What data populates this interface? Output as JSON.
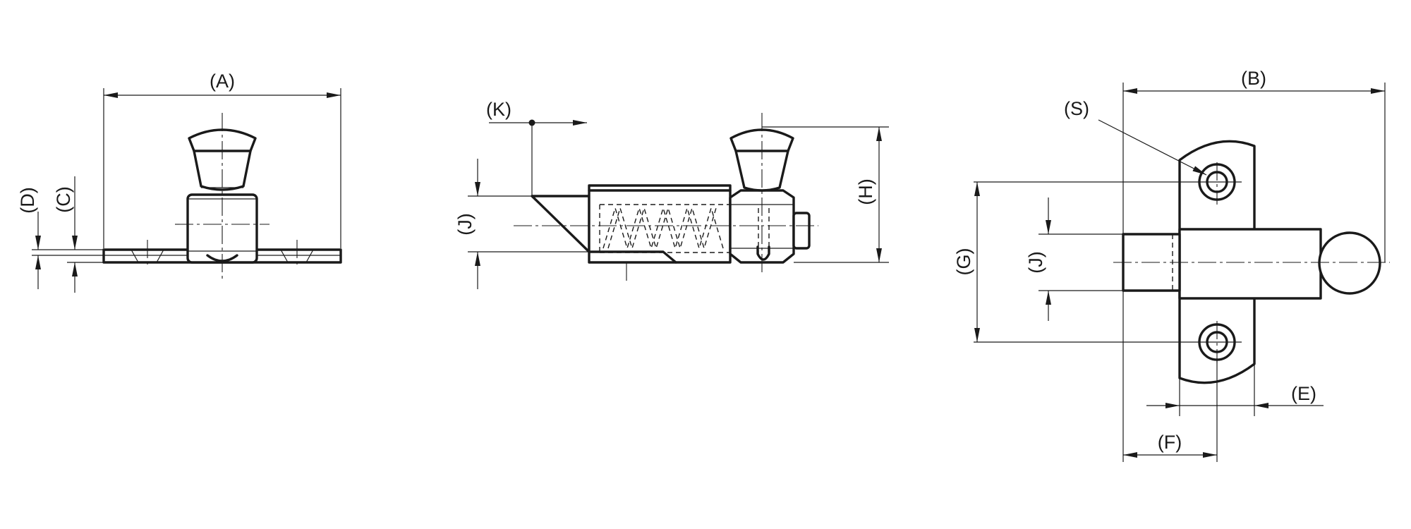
{
  "views": {
    "front": {
      "label_a": "(A)",
      "label_c": "(C)",
      "label_d": "(D)"
    },
    "side": {
      "label_k": "(K)",
      "label_j": "(J)",
      "label_h": "(H)"
    },
    "top": {
      "label_b": "(B)",
      "label_s": "(S)",
      "label_g": "(G)",
      "label_j": "(J)",
      "label_e": "(E)",
      "label_f": "(F)"
    }
  }
}
